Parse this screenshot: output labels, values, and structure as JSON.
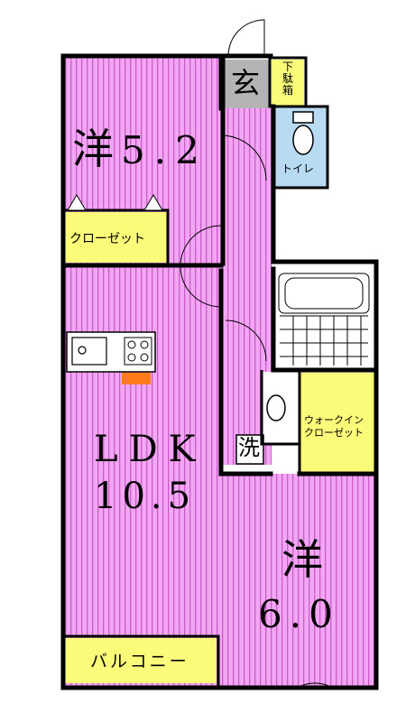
{
  "rooms": {
    "western_room_1": {
      "kanji": "洋",
      "size": "5.2"
    },
    "closet": "クローゼット",
    "entrance": "玄",
    "shoe_box": "下駄箱",
    "toilet": "トイレ",
    "ldk": {
      "name": "LDK",
      "size": "10.5"
    },
    "walk_in_closet_line1": "ウォークイン",
    "walk_in_closet_line2": "クローゼット",
    "washer": "洗",
    "western_room_2": {
      "kanji": "洋",
      "size": "6.0"
    },
    "balcony": "バルコニー"
  },
  "colors": {
    "room_pink": "#f3a6f3",
    "stripe": "#c85ec8",
    "closet_yellow": "#fbfb7a",
    "wall": "#000000",
    "entry_gray": "#b4b4b4",
    "toilet_blue": "#b9dbf2",
    "stove_orange": "#ff7a1a"
  }
}
